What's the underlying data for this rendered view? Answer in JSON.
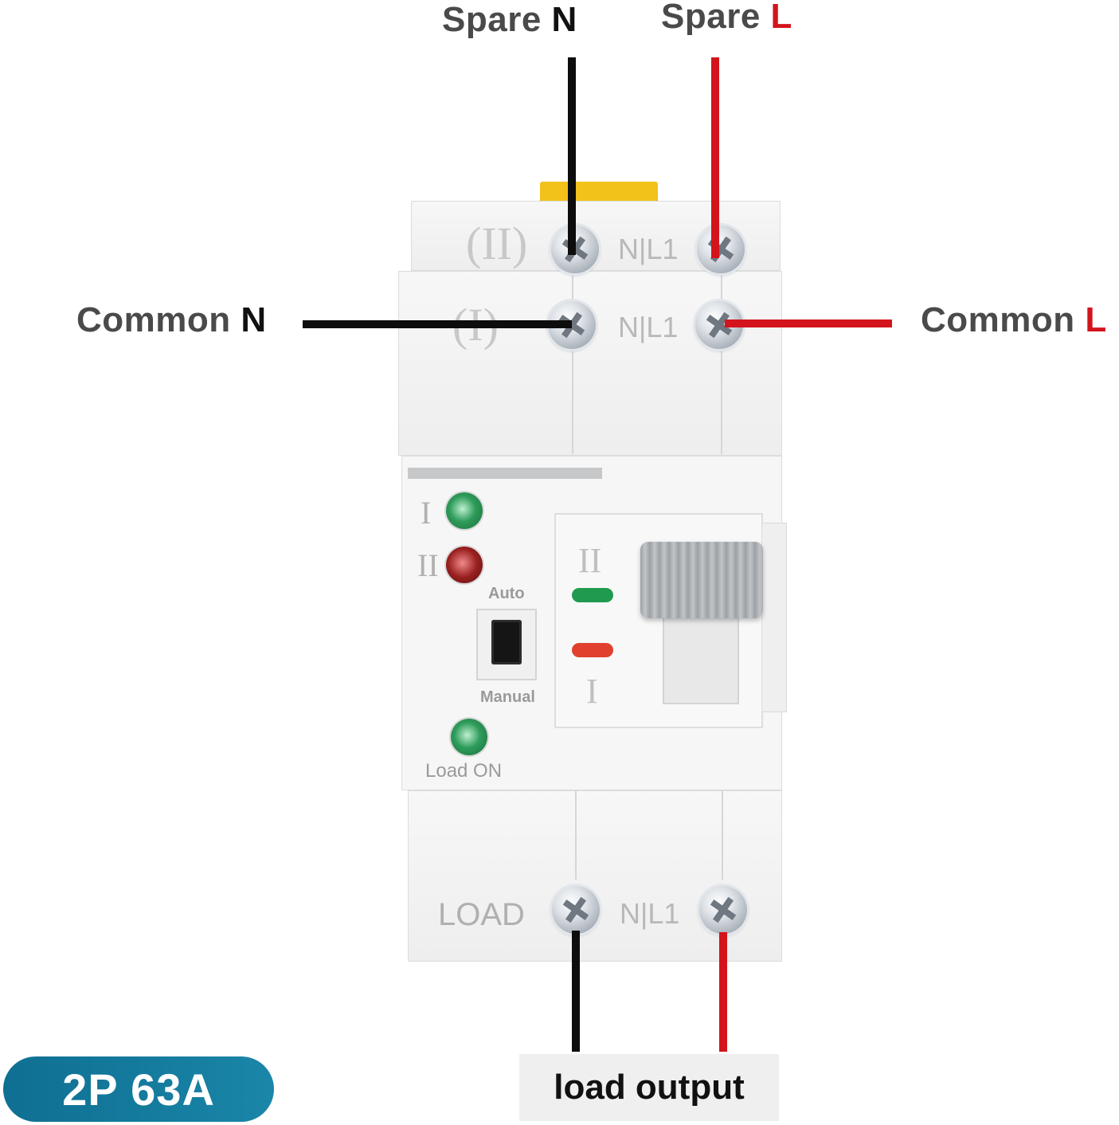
{
  "labels": {
    "spare_n": {
      "word": "Spare",
      "letter": "N"
    },
    "spare_l": {
      "word": "Spare",
      "letter": "L"
    },
    "common_n": {
      "word": "Common",
      "letter": "N"
    },
    "common_l": {
      "word": "Common",
      "letter": "L"
    },
    "load_output": "load output",
    "rating": "2P 63A"
  },
  "device": {
    "source_ii_mark": "(II)",
    "source_i_mark": "(I)",
    "terminal_pair": "N|L1",
    "load_mark": "LOAD",
    "indicator_i": "I",
    "indicator_ii": "II",
    "auto_label": "Auto",
    "manual_label": "Manual",
    "load_on_label": "Load ON",
    "switch_top_mark": "II",
    "switch_bottom_mark": "I"
  },
  "colors": {
    "neutral_wire": "#0d0d0d",
    "live_wire": "#d3141c",
    "badge": "#1a86a8"
  }
}
